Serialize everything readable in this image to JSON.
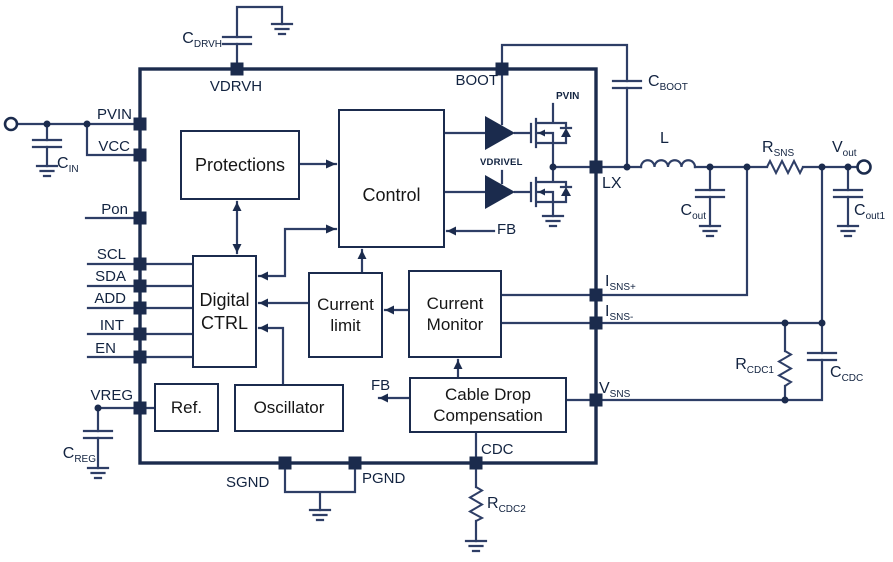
{
  "colors": {
    "navy": "#1b2b4d",
    "wire": "#2e3e66",
    "label": "#122340",
    "blocktext": "#161616",
    "bg": "#ffffff"
  },
  "blocks": {
    "protections": "Protections",
    "control": "Control",
    "digital_ctrl": "Digital CTRL",
    "current_limit": "Current limit",
    "current_monitor": "Current Monitor",
    "cable_drop": "Cable Drop Compensation",
    "ref": "Ref.",
    "oscillator": "Oscillator"
  },
  "pins": {
    "pvin": "PVIN",
    "vcc": "VCC",
    "pon": "Pon",
    "scl": "SCL",
    "sda": "SDA",
    "add": "ADD",
    "int": "INT",
    "en": "EN",
    "vreg": "VREG",
    "vdrvh": "VDRVH",
    "boot": "BOOT",
    "lx": "LX",
    "sgnd": "SGND",
    "pgnd": "PGND",
    "cdc": "CDC",
    "i_sns_plus": {
      "main": "I",
      "sub": "SNS+"
    },
    "i_sns_minus": {
      "main": "I",
      "sub": "SNS-"
    },
    "v_sns": {
      "main": "V",
      "sub": "SNS"
    }
  },
  "components": {
    "c_drvh": {
      "main": "C",
      "sub": "DRVH"
    },
    "c_in": {
      "main": "C",
      "sub": "IN"
    },
    "c_reg": {
      "main": "C",
      "sub": "REG"
    },
    "c_boot": {
      "main": "C",
      "sub": "BOOT"
    },
    "l": {
      "main": "L",
      "sub": ""
    },
    "c_out": {
      "main": "C",
      "sub": "out"
    },
    "r_sns": {
      "main": "R",
      "sub": "SNS"
    },
    "v_out": {
      "main": "V",
      "sub": "out"
    },
    "c_out1": {
      "main": "C",
      "sub": "out1"
    },
    "r_cdc1": {
      "main": "R",
      "sub": "CDC1"
    },
    "c_cdc": {
      "main": "C",
      "sub": "CDC"
    },
    "r_cdc2": {
      "main": "R",
      "sub": "CDC2"
    }
  },
  "net_labels": {
    "fb_control": "FB",
    "fb_cdc": "FB",
    "pvin_fet": "PVIN",
    "vdrivel": "VDRIVEL"
  }
}
